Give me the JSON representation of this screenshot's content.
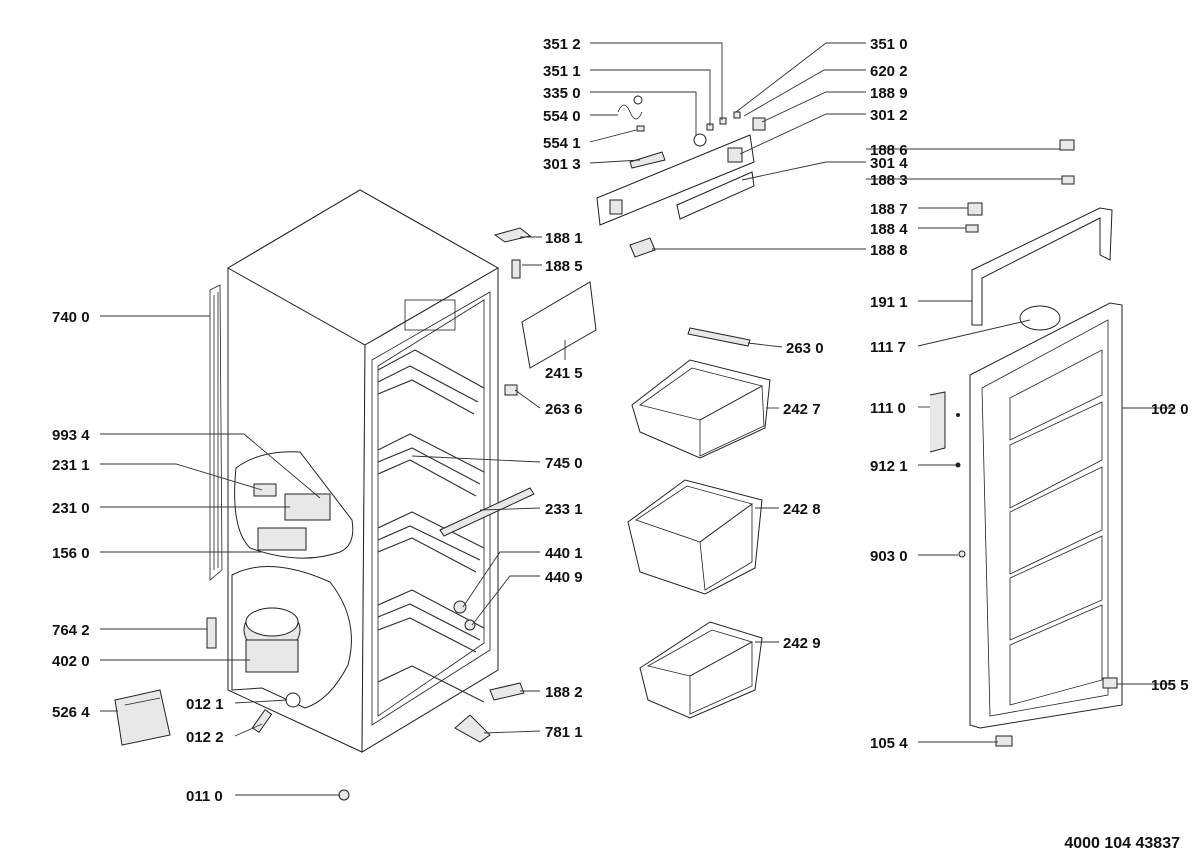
{
  "document_number": "4000 104 43837",
  "labels": {
    "p3512": "351 2",
    "p3511": "351 1",
    "p3350": "335 0",
    "p5540": "554 0",
    "p5541": "554 1",
    "p3013": "301 3",
    "p3510": "351 0",
    "p6202": "620 2",
    "p1889": "188 9",
    "p3012": "301 2",
    "p1886": "188 6",
    "p3014": "301 4",
    "p1883": "188 3",
    "p1887": "188 7",
    "p1884": "188 4",
    "p1888": "188 8",
    "p1881": "188 1",
    "p1885": "188 5",
    "p2415": "241 5",
    "p2636": "263 6",
    "p7400": "740 0",
    "p9934": "993 4",
    "p2311": "231 1",
    "p2310": "231 0",
    "p1560": "156 0",
    "p7642": "764 2",
    "p4020": "402 0",
    "p5264": "526 4",
    "p0121": "012 1",
    "p0122": "012 2",
    "p0110": "011 0",
    "p7450": "745 0",
    "p2331": "233 1",
    "p4401": "440 1",
    "p4409": "440 9",
    "p1882": "188 2",
    "p7811": "781 1",
    "p2630": "263 0",
    "p2427": "242 7",
    "p2428": "242 8",
    "p2429": "242 9",
    "p1911": "191 1",
    "p1117": "111 7",
    "p1110": "111 0",
    "p9121": "912 1",
    "p9030": "903 0",
    "p1020": "102 0",
    "p1055": "105 5",
    "p1054": "105 4"
  }
}
